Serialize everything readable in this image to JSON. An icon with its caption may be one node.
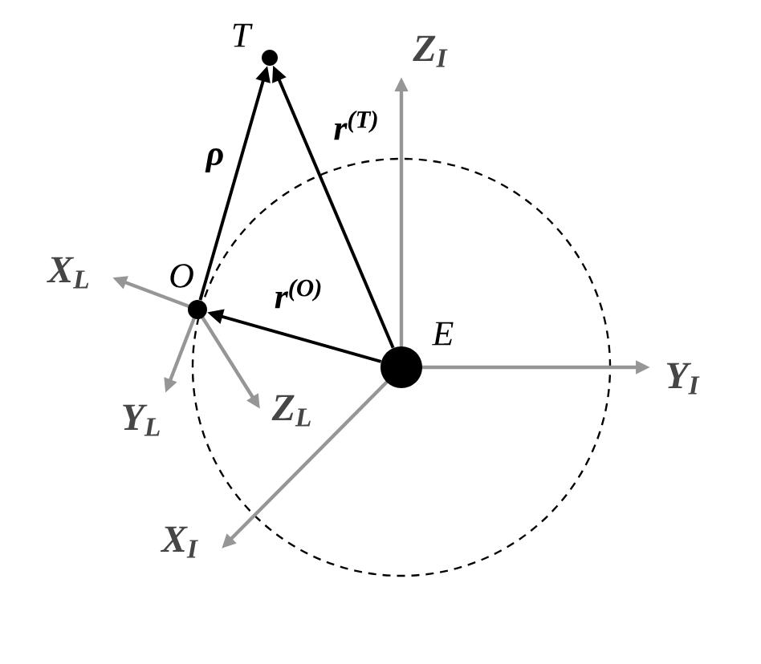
{
  "diagram": {
    "nodes": [
      {
        "text": [],
        "shape": "circle",
        "beside": [
          "T"
        ]
      },
      {
        "text": [],
        "shape": "circle",
        "beside": [
          "O"
        ]
      },
      {
        "text": [],
        "shape": "circle",
        "beside": [
          "E"
        ]
      }
    ],
    "edges": [
      {
        "from": 1,
        "to": 0,
        "arrow": "to",
        "label": "ρ"
      },
      {
        "from": 2,
        "to": 0,
        "arrow": "to",
        "label": "r$^{(T)}$"
      },
      {
        "from": 2,
        "to": 1,
        "arrow": "to",
        "label": "r$^{(O)}$"
      }
    ],
    "labels": [
      "Z$_{I}$",
      "Y$_{I}$",
      "X$_{I}$",
      "X$_{L}$",
      "Y$_{L}$",
      "Z$_{L}$"
    ]
  }
}
